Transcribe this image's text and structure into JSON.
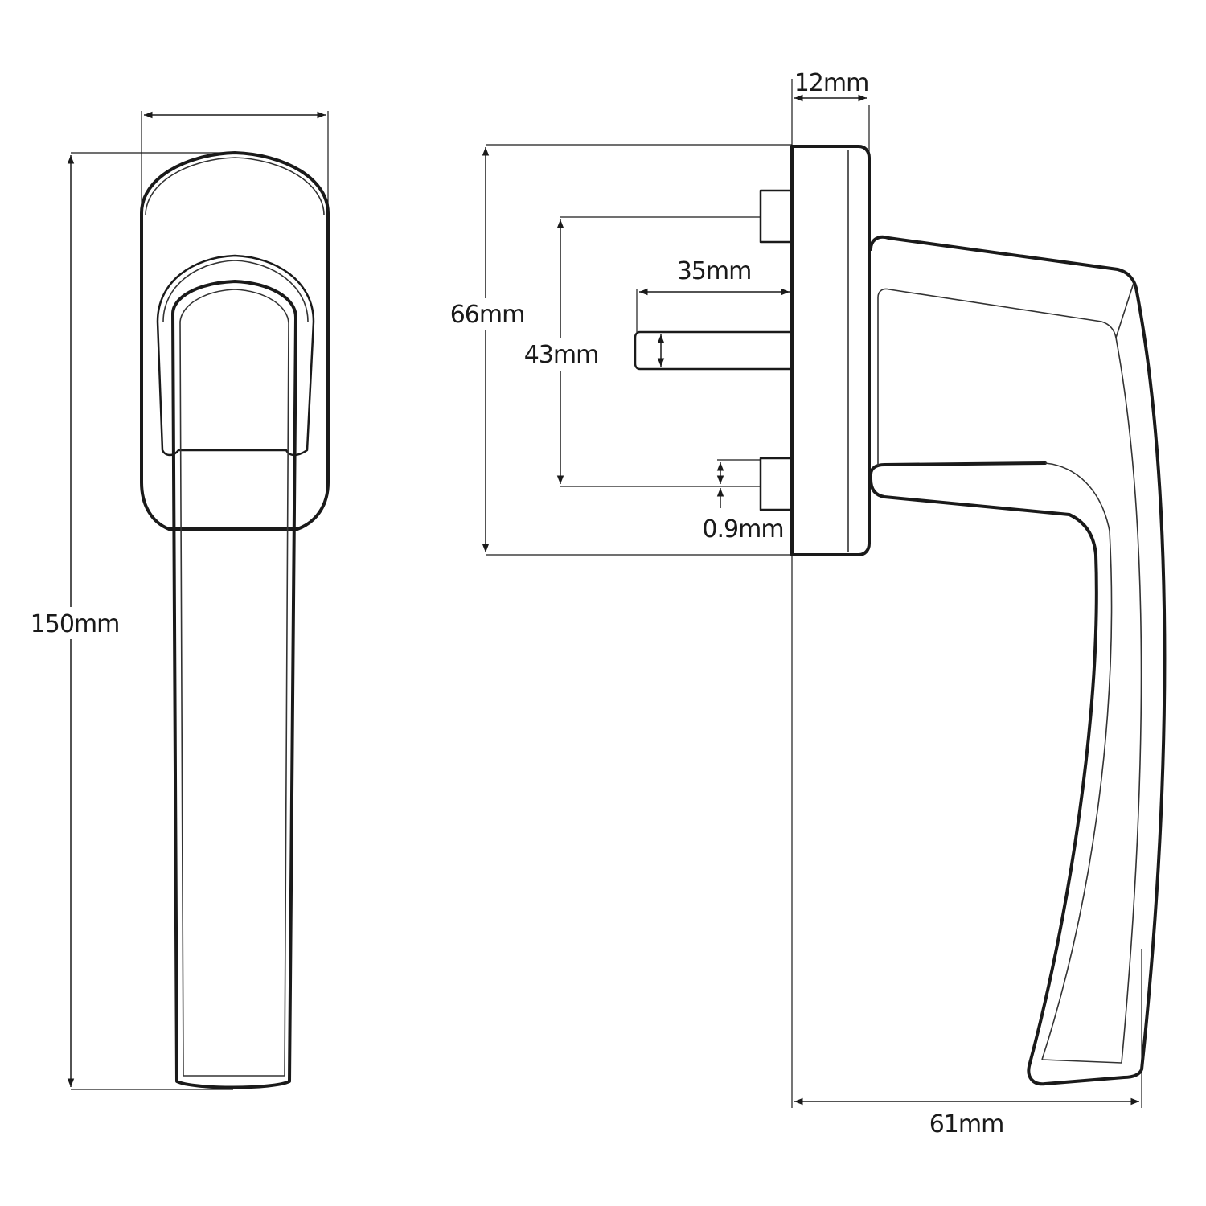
{
  "colors": {
    "line": "#1a1a1a",
    "background": "#ffffff"
  },
  "dimensions": {
    "height": "150mm",
    "depth": "61mm",
    "base_thickness": "12mm",
    "base_height": "66mm",
    "screw_spacing": "43mm",
    "spindle_length": "35mm",
    "screw_diameter": "0.9mm"
  }
}
